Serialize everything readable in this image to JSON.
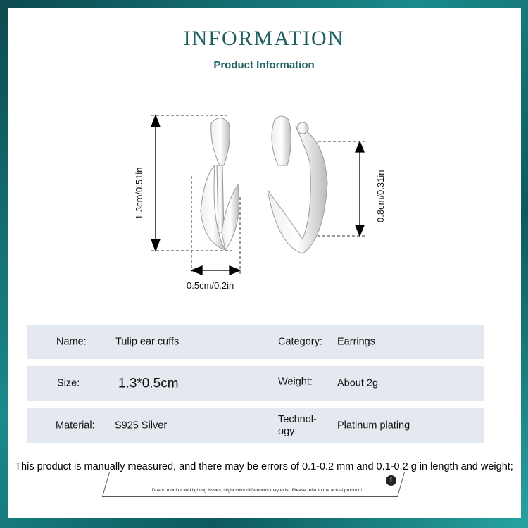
{
  "header": {
    "title": "INFORMATION",
    "subtitle": "Product Information"
  },
  "dimensions": {
    "height": "1.3cm/0.51in",
    "width": "0.5cm/0.2in",
    "inner": "0.8cm/0.31in"
  },
  "specs": [
    {
      "label1": "Name:",
      "value1": "Tulip ear cuffs",
      "label2": "Category:",
      "value2": "Earrings"
    },
    {
      "label1": "Size:",
      "value1": "1.3*0.5cm",
      "label2": "Weight:",
      "value2": "About 2g"
    },
    {
      "label1": "Material:",
      "value1": "S925 Silver",
      "label2": "Technol-\nogy:",
      "value2": "Platinum plating"
    }
  ],
  "footer": {
    "note": "This product is manually measured, and there may be errors of 0.1-0.2 mm and 0.1-0.2 g in length and weight;",
    "disclaimer": "Due to monitor and lighting issues, slight color differences may exist. Please refer to the actual product !",
    "warn_icon": "!"
  },
  "colors": {
    "accent": "#1f5f60",
    "row_bg": "#e4e9ef"
  }
}
